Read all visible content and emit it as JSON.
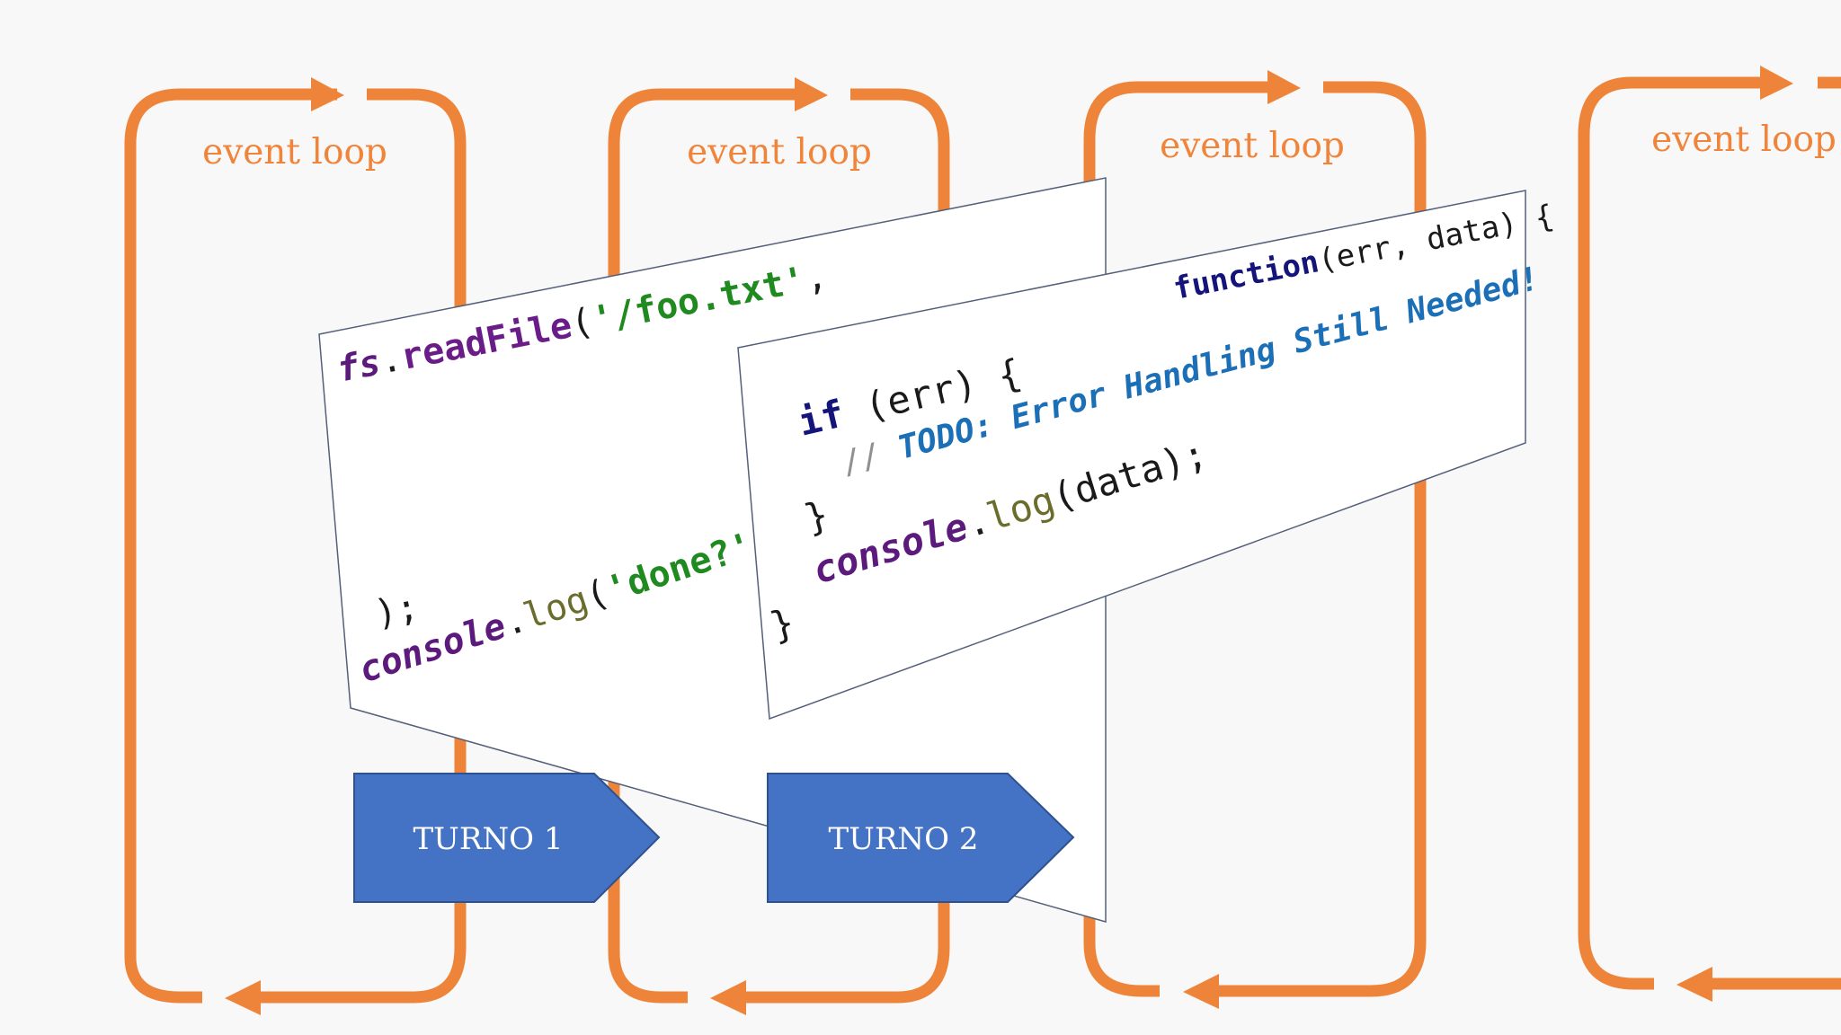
{
  "colors": {
    "loop": "#ee8439",
    "turn_fill": "#4472c4",
    "turn_border": "#2f528f",
    "panel_border": "#54607a"
  },
  "loops": [
    {
      "label": "event loop"
    },
    {
      "label": "event loop"
    },
    {
      "label": "event loop"
    },
    {
      "label": "event loop"
    }
  ],
  "panel1": {
    "line1": {
      "obj": "fs",
      "dot": ".",
      "method": "readFile",
      "open": "(",
      "arg": "'/foo.txt'",
      "comma": ","
    },
    "line2": {
      "close": ");"
    },
    "line3": {
      "obj": "console",
      "dot": ".",
      "method": "log",
      "open": "(",
      "arg": "'done?'",
      "close": ");"
    }
  },
  "panel2": {
    "line1": {
      "keyword": "function",
      "rest": "(err, data) {"
    },
    "line2": {
      "keyword": "if",
      "rest": " (err) {"
    },
    "line3": {
      "slashes": "// ",
      "comment": "TODO: Error Handling Still Needed!"
    },
    "line4": {
      "text": "}"
    },
    "line5": {
      "obj": "console",
      "dot": ".",
      "method": "log",
      "rest": "(data);"
    },
    "line6": {
      "text": "}"
    }
  },
  "turns": [
    {
      "label": "TURNO 1"
    },
    {
      "label": "TURNO 2"
    }
  ]
}
